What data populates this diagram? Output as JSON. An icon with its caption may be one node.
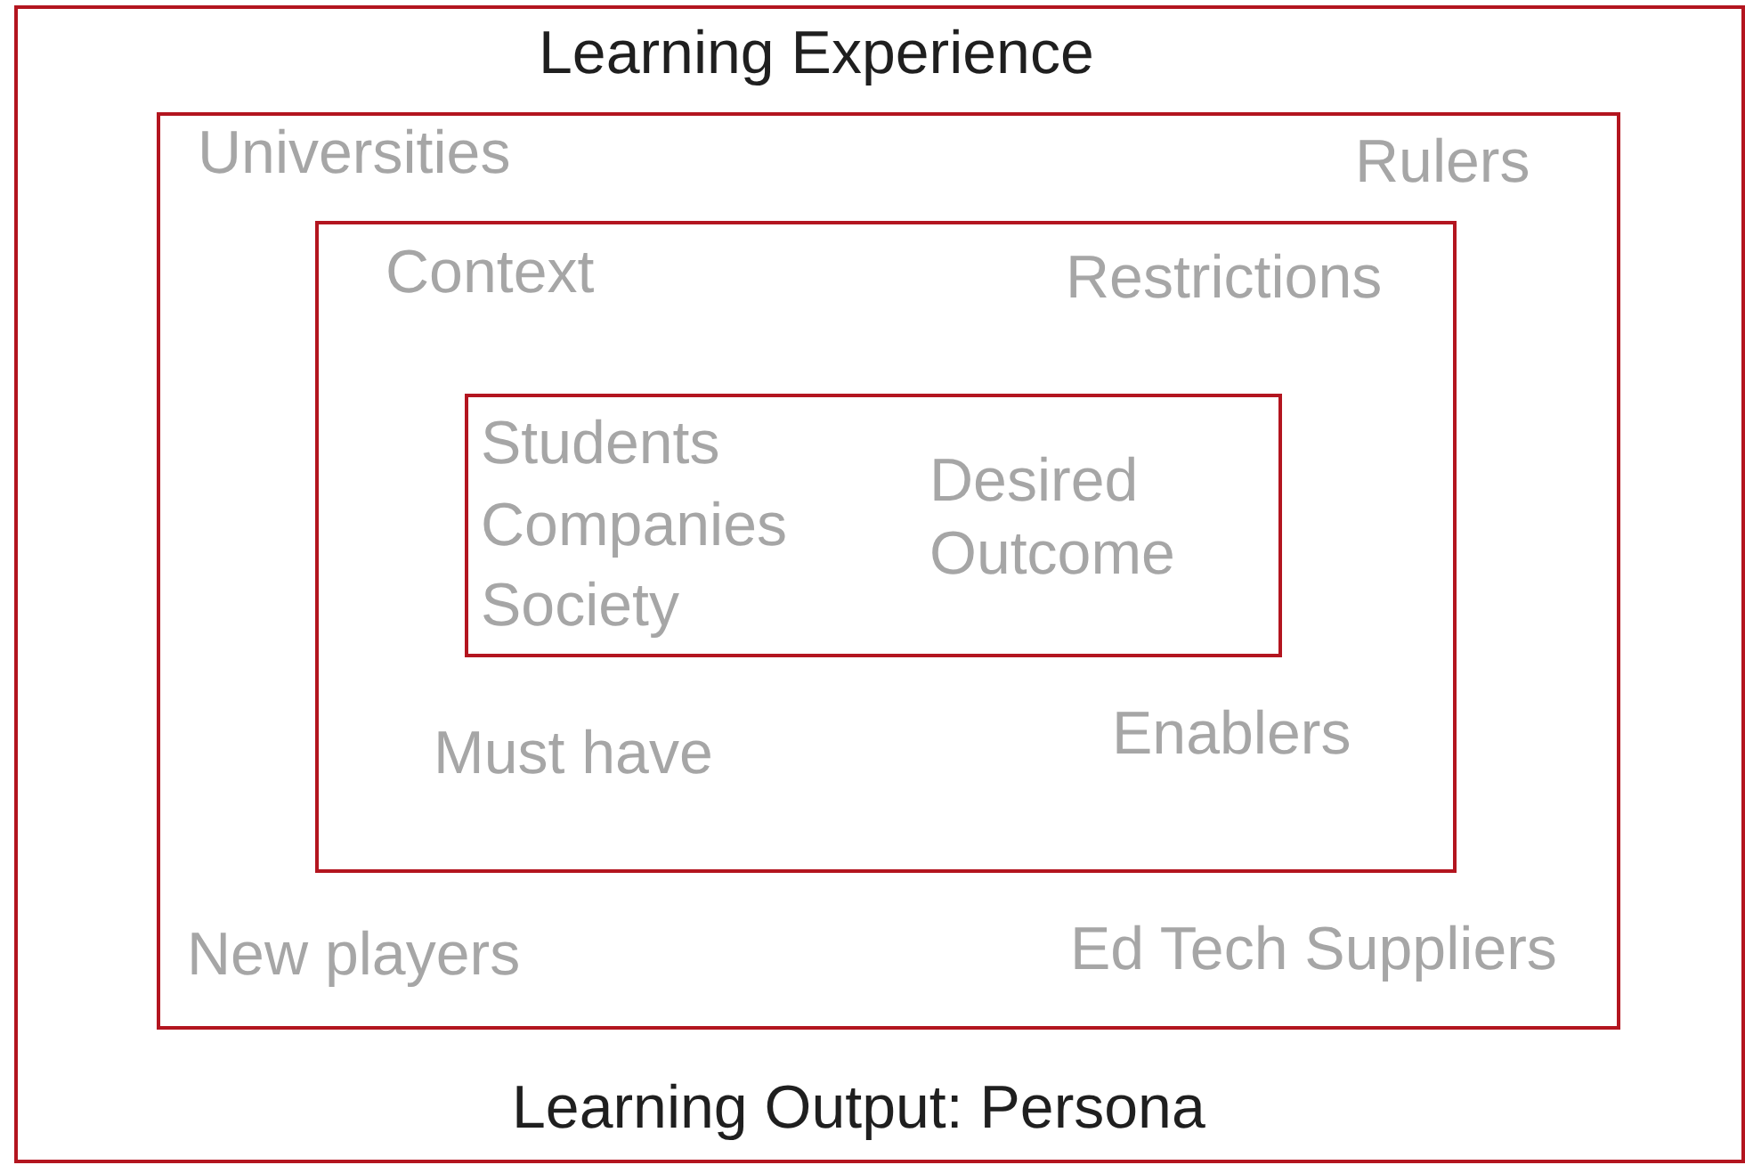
{
  "diagram": {
    "nodes": [
      {
        "text": [
          "Learning Experience",
          "Learning Output: Persona"
        ]
      },
      {
        "text": [
          "Universities",
          "Rulers",
          "New players",
          "Ed Tech Suppliers"
        ],
        "in": 0
      },
      {
        "text": [
          "Context",
          "Restrictions",
          "Must have",
          "Enablers"
        ],
        "in": 1
      },
      {
        "text": [
          "Students",
          "Companies",
          "Society",
          "Desired Outcome"
        ],
        "in": 2
      }
    ]
  }
}
